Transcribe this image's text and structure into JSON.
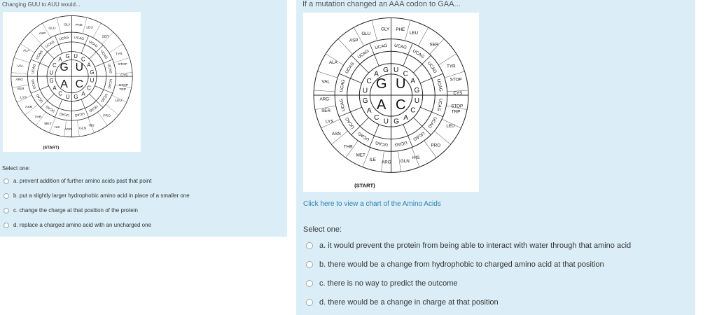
{
  "left": {
    "question": "Changing GUU to AUU would...",
    "select_one": "Select one:",
    "options": [
      "a. prevent addition of further amino acids past that point",
      "b. put a slightly larger hydrophobic amino acid in place of a smaller one",
      "c. change the charge at that position of the protein",
      "d. replace a charged amino acid with an uncharged one"
    ]
  },
  "right": {
    "question": "If a mutation changed an AAA codon to GAA...",
    "chart_link": "Click here to view a chart of the Amino Acids",
    "select_one": "Select one:",
    "options": [
      "a. it would prevent the protein from being able to interact with water through that amino acid",
      "b. there would be a change from hydrophobic to charged amino acid at that position",
      "c. there is no way to predict the outcome",
      "d. there would be a change in charge at that position"
    ]
  },
  "codon_wheel": {
    "center_letters": [
      "G",
      "U",
      "A",
      "C"
    ],
    "second_ring_letters": [
      "U",
      "C",
      "A",
      "G",
      "U",
      "C",
      "A",
      "G",
      "U",
      "C",
      "A",
      "G",
      "U",
      "C",
      "A",
      "G"
    ],
    "third_ring_groups": [
      "UCAG",
      "UCAG",
      "UCAG",
      "UCAG",
      "UCAG",
      "UCAG",
      "UCAG",
      "UCAG",
      "UCAG",
      "UCAG",
      "UCAG",
      "UCAG",
      "UCAG",
      "UCAG",
      "UCAG",
      "UCAG"
    ],
    "amino_acids": [
      "GLY",
      "PHE",
      "LEU",
      "SER",
      "TYR",
      "STOP",
      "CYS",
      "STOP",
      "TRP",
      "LEU",
      "PRO",
      "HIS",
      "GLN",
      "ARG",
      "ILE",
      "MET",
      "THR",
      "ASN",
      "LYS",
      "SER",
      "ARG",
      "VAL",
      "ALA",
      "ASP",
      "GLU"
    ],
    "start_label": "(START)"
  }
}
